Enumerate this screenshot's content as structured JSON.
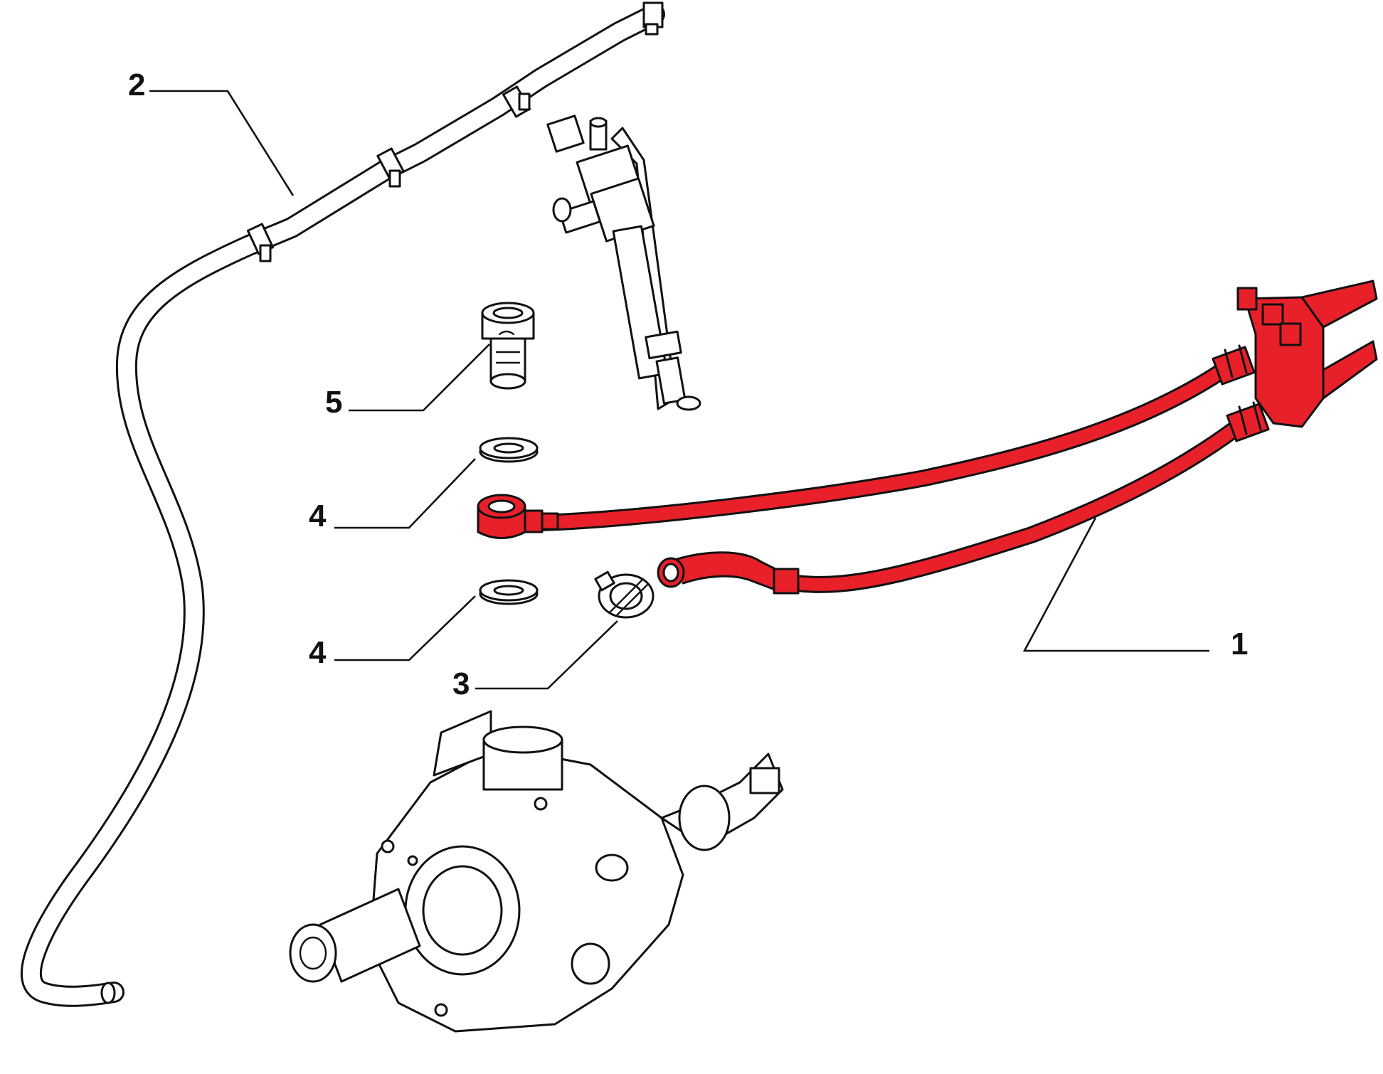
{
  "colors": {
    "highlight": "#e8202a",
    "line": "#111111",
    "background": "#ffffff"
  },
  "callouts": [
    {
      "id": "callout-1",
      "label": "1"
    },
    {
      "id": "callout-2",
      "label": "2"
    },
    {
      "id": "callout-3",
      "label": "3"
    },
    {
      "id": "callout-4a",
      "label": "4"
    },
    {
      "id": "callout-4b",
      "label": "4"
    },
    {
      "id": "callout-5",
      "label": "5"
    }
  ]
}
